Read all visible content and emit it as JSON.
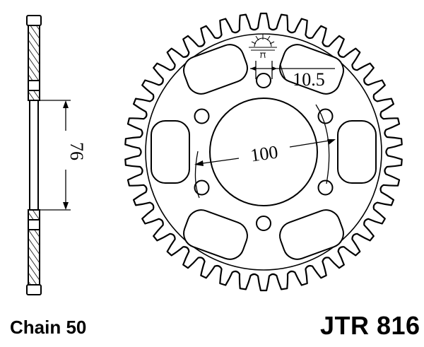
{
  "dimensions": {
    "thickness_label": "76",
    "bolt_circle_label": "100",
    "bolt_hole_label": "10.5"
  },
  "captions": {
    "chain": "Chain 50",
    "part_number": "JTR 816"
  },
  "colors": {
    "ink": "#000000",
    "paper": "#ffffff"
  },
  "icons": {
    "logo": "sun-logo-icon"
  }
}
